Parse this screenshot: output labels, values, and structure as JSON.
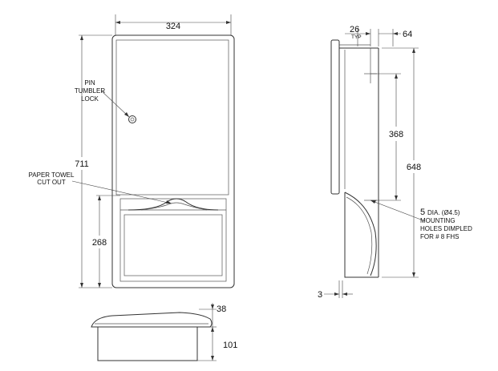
{
  "front_view": {
    "width_dim": "324",
    "height_dim": "711",
    "lower_dim": "268",
    "lock_label": [
      "PIN",
      "TUMBLER",
      "LOCK"
    ],
    "cutout_label": [
      "PAPER TOWEL",
      "CUT OUT"
    ]
  },
  "side_view": {
    "top_dim": "26",
    "top_dim_note": "TYP",
    "depth_dim": "64",
    "holes_dim": "368",
    "total_dim": "648",
    "bottom_dim": "3",
    "holes_note_size": "5",
    "holes_note_lines": [
      "DIA. (Ø4.5)",
      "MOUNTING",
      "HOLES DIMPLED",
      "FOR # 8 FHS"
    ]
  },
  "bottom_view": {
    "flange_dim": "38",
    "depth_dim": "101"
  }
}
